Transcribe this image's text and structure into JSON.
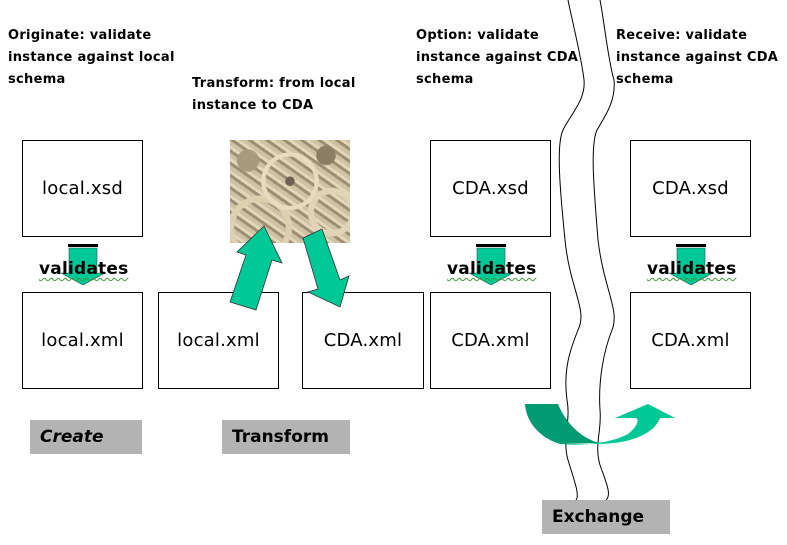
{
  "captions": {
    "originate": [
      "Originate: validate",
      "instance against local",
      "schema"
    ],
    "transform": [
      "Transform: from local",
      "instance to CDA"
    ],
    "option": [
      "Option: validate",
      "instance against CDA",
      "schema"
    ],
    "receive": [
      "Receive: validate",
      "instance against CDA",
      "schema"
    ]
  },
  "boxes": {
    "create_schema": "local.xsd",
    "create_instance": "local.xml",
    "transform_source": "local.xml",
    "transform_target": "CDA.xml",
    "option_schema": "CDA.xsd",
    "option_instance": "CDA.xml",
    "receive_schema": "CDA.xsd",
    "receive_instance": "CDA.xml"
  },
  "validates_label": "validates",
  "stage_labels": {
    "create": "Create",
    "transform": "Transform",
    "exchange": "Exchange"
  },
  "image": {
    "icon": "gears-image",
    "description": "clockwork gears photo"
  },
  "colors": {
    "arrow_fill": "#00c896",
    "arrow_dark": "#009b73",
    "label_bg": "#b3b3b3"
  }
}
